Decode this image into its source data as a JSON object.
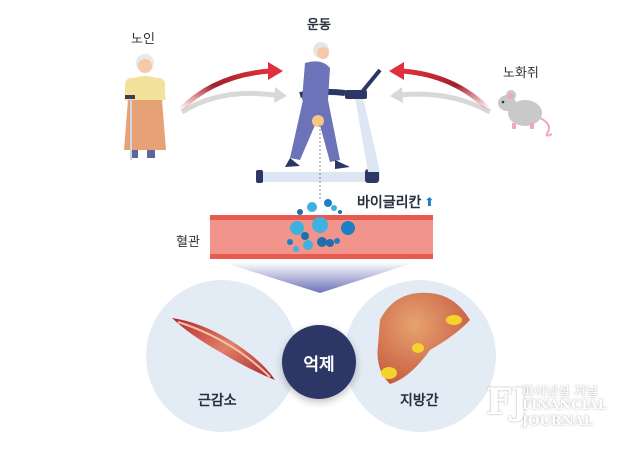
{
  "labels": {
    "elderly": "노인",
    "exercise": "운동",
    "aged_mouse": "노화쥐",
    "blood_vessel": "혈관",
    "biglycan": "바이글리칸",
    "suppress": "억제",
    "sarcopenia": "근감소",
    "fatty_liver": "지방간"
  },
  "indicators": {
    "biglycan_change": "increase",
    "biglycan_arrow_icon": "up-arrow-icon"
  },
  "watermark": {
    "korean": "파이낸셜 저널",
    "line1": "FINANCIAL",
    "line2": "JOURNAL",
    "logo": "FJ"
  },
  "colors": {
    "arrow_red": "#d42a3a",
    "arrow_gray": "#cfcfcf",
    "vessel_outer": "#e8594f",
    "vessel_inner": "#f1948c",
    "molecule_blue": "#2e9fd8",
    "circle_bg": "#e3ebf5",
    "center_navy": "#2d3766",
    "arrow_up_blue": "#1f7fc4"
  }
}
